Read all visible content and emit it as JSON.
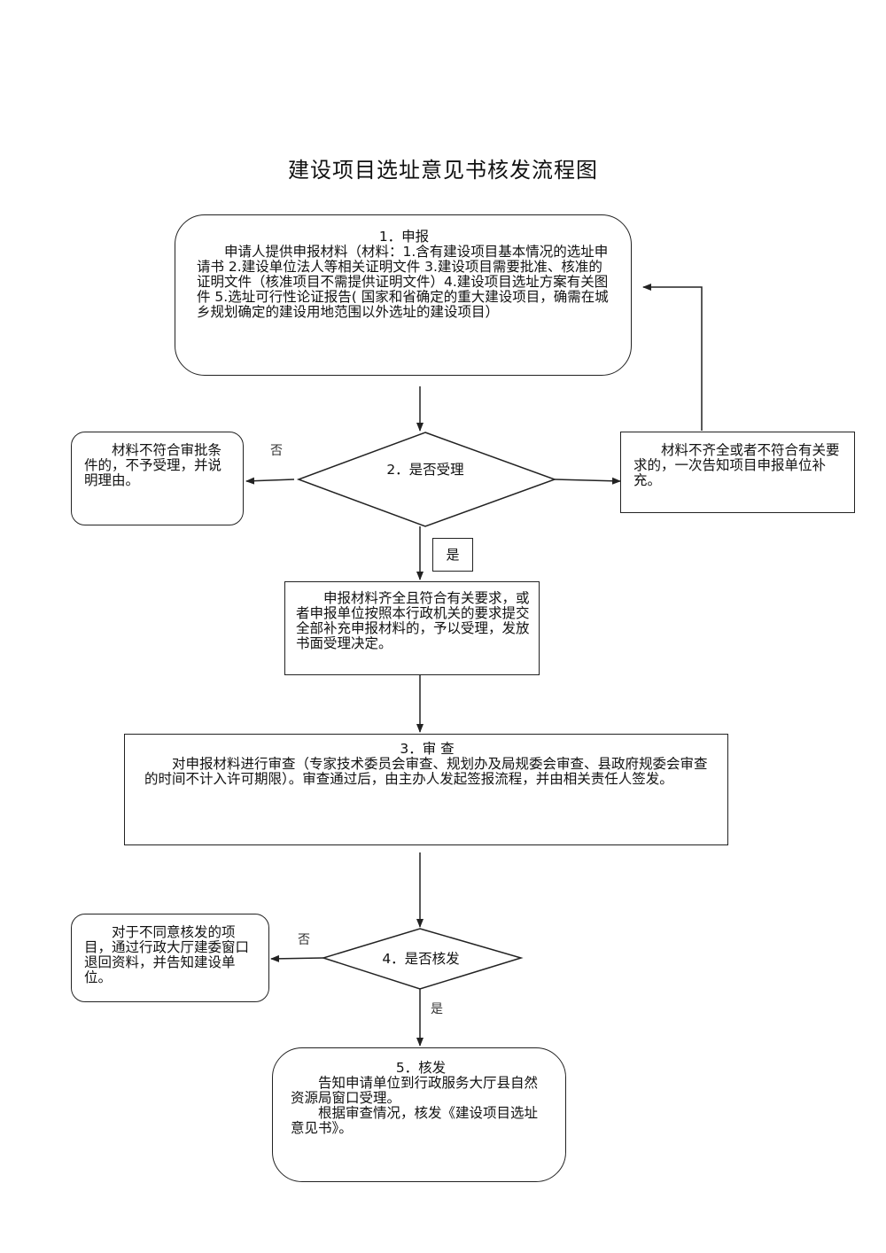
{
  "title": "建设项目选址意见书核发流程图",
  "step1": {
    "heading": "1．申报",
    "text": "申请人提供申报材料（材料：1.含有建设项目基本情况的选址申请书 2.建设单位法人等相关证明文件 3.建设项目需要批准、核准的证明文件（核准项目不需提供证明文件）4.建设项目选址方案有关图件 5.选址可行性论证报告( 国家和省确定的重大建设项目，确需在城乡规划确定的建设用地范围以外选址的建设项目）"
  },
  "step2": {
    "label": "2．是否受理"
  },
  "reject1": {
    "text": "材料不符合审批条件的，不予受理，并说明理由。"
  },
  "supplement": {
    "text": "材料不齐全或者不符合有关要求的，一次告知项目申报单位补充。"
  },
  "no_label_1": "否",
  "yes_label_1": "是",
  "accept": {
    "text": "申报材料齐全且符合有关要求，或者申报单位按照本行政机关的要求提交全部补充申报材料的，予以受理，发放书面受理决定。"
  },
  "step3": {
    "heading": "3．审 查",
    "text": "对申报材料进行审查（专家技术委员会审查、规划办及局规委会审查、县政府规委会审查的时间不计入许可期限）。审查通过后，由主办人发起签报流程，并由相关责任人签发。"
  },
  "step4": {
    "label": "4．是否核发"
  },
  "no_label_2": "否",
  "yes_label_2": "是",
  "reject2": {
    "text": "对于不同意核发的项目，通过行政大厅建委窗口退回资料，并告知建设单位。"
  },
  "step5": {
    "heading": "5．核发",
    "text1": "告知申请单位到行政服务大厅县自然资源局窗口受理。",
    "text2": "根据审查情况，核发《建设项目选址意见书》。"
  }
}
